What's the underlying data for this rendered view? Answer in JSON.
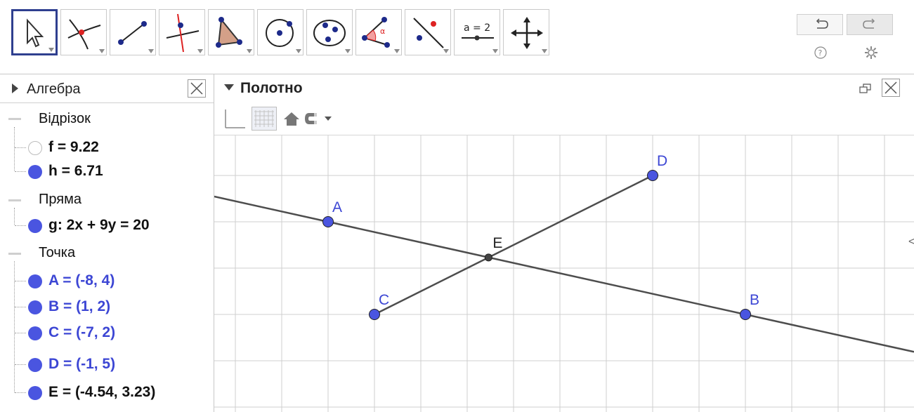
{
  "toolbar": {
    "tools": [
      {
        "name": "move-tool"
      },
      {
        "name": "intersect-tool"
      },
      {
        "name": "segment-tool"
      },
      {
        "name": "perpendicular-line-tool"
      },
      {
        "name": "polygon-tool"
      },
      {
        "name": "circle-center-point-tool"
      },
      {
        "name": "conic-five-points-tool"
      },
      {
        "name": "angle-tool"
      },
      {
        "name": "reflect-tool"
      },
      {
        "name": "slider-tool",
        "label": "a = 2"
      },
      {
        "name": "move-graphics-view-tool"
      }
    ],
    "undo_icon": "undo-icon",
    "redo_icon": "redo-icon",
    "help_icon": "help-icon",
    "settings_icon": "gear-icon"
  },
  "algebra": {
    "title": "Алгебра",
    "categories": [
      {
        "label": "Відрізок",
        "items": [
          {
            "text": "f = 9.22",
            "dot": "hollow"
          },
          {
            "text": "h = 6.71",
            "dot": "filled"
          }
        ]
      },
      {
        "label": "Пряма",
        "items": [
          {
            "text": "g: 2x + 9y = 20",
            "dot": "filled"
          }
        ]
      },
      {
        "label": "Точка",
        "items": [
          {
            "text": "A = (-8, 4)",
            "dot": "filled"
          },
          {
            "text": "B = (1, 2)",
            "dot": "filled"
          },
          {
            "text": "C = (-7, 2)",
            "dot": "filled"
          },
          {
            "text": "D = (-1, 5)",
            "dot": "filled"
          },
          {
            "text": "E = (-4.54, 3.23)",
            "dot": "filled"
          }
        ]
      }
    ]
  },
  "graphics": {
    "title": "Полотно",
    "points": [
      {
        "label": "A",
        "x": -8,
        "y": 4
      },
      {
        "label": "B",
        "x": 1,
        "y": 2
      },
      {
        "label": "C",
        "x": -7,
        "y": 2
      },
      {
        "label": "D",
        "x": -1,
        "y": 5
      },
      {
        "label": "E",
        "x": -4.54,
        "y": 3.23
      }
    ],
    "colors": {
      "point": "#4a55e0",
      "intersection": "#444444",
      "line": "#4d4d4d",
      "label": "#3c46d4",
      "grid": "#cfcfcf"
    }
  }
}
